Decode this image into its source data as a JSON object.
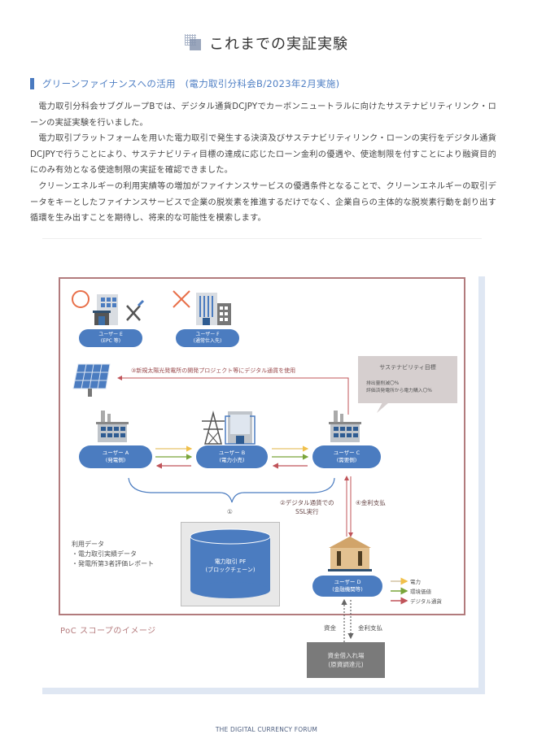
{
  "page": {
    "title": "これまでの実証実験",
    "section_heading": "グリーンファイナンスへの活用　(電力取引分科会B/2023年2月実施)",
    "paragraphs": [
      "電力取引分科会サブグループBでは、デジタル通貨DCJPYでカーボンニュートラルに向けたサステナビリティリンク・ローンの実証実験を行いました。",
      "電力取引プラットフォームを用いた電力取引で発生する決済及びサステナビリティリンク・ローンの実行をデジタル通貨DCJPYで行うことにより、サステナビリティ目標の達成に応じたローン金利の優遇や、使途制限を付すことにより融資目的にのみ有効となる使途制限の実証を確認できました。",
      "クリーンエネルギーの利用実績等の増加がファイナンスサービスの優遇条件となることで、クリーンエネルギーの取引データをキーとしたファイナンスサービスで企業の脱炭素を推進するだけでなく、企業自らの主体的な脱炭素行動を創り出す循環を生み出すことを期待し、将来的な可能性を模索します。"
    ],
    "footer": "THE DIGITAL CURRENCY FORUM"
  },
  "diagram": {
    "users": {
      "e": {
        "line1": "ユーザー E",
        "line2": "(EPC 等)",
        "mark": "○"
      },
      "f": {
        "line1": "ユーザー F",
        "line2": "(通常仕入先)",
        "mark": "×"
      },
      "a": {
        "line1": "ユーザー A",
        "line2": "(発電側)"
      },
      "b": {
        "line1": "ユーザー B",
        "line2": "(電力小売)"
      },
      "c": {
        "line1": "ユーザー C",
        "line2": "(需要側)"
      },
      "d": {
        "line1": "ユーザー D",
        "line2": "(金融機関等)"
      }
    },
    "flow3_label": "③新規太陽光発電所の開発プロジェクト等にデジタル通貨を使用",
    "callout": {
      "title": "サステナビリティ目標",
      "lines": [
        "排出量削減〇%",
        "評価済発電所から電力購入〇%"
      ]
    },
    "step1_label": "①",
    "step2_label": [
      "②デジタル通貨での",
      "SSL実行"
    ],
    "step4_label": "④金利支払",
    "platform": {
      "line1": "電力取引 PF",
      "line2": "(ブロックチェーン)"
    },
    "data_list": {
      "title": "利用データ",
      "items": [
        "・電力取引実績データ",
        "・発電所第3者評価レポート"
      ]
    },
    "legend": [
      {
        "label": "電力",
        "color": "#e8c46a"
      },
      {
        "label": "環境価値",
        "color": "#7aa53a"
      },
      {
        "label": "デジタル通貨",
        "color": "#c0545a"
      }
    ],
    "scope_label": "PoC スコープのイメージ",
    "funding_labels": {
      "left": "資金",
      "right": "金利支払"
    },
    "funding_box": {
      "line1": "資金借入れ場",
      "line2": "(原資調達元)"
    },
    "colors": {
      "user_pill": "#4b7cc0",
      "frame": "#b27b7d",
      "circle_mark": "#e8704a",
      "cross_mark": "#e8704a",
      "digital_currency_arrow": "#c0545a"
    }
  }
}
